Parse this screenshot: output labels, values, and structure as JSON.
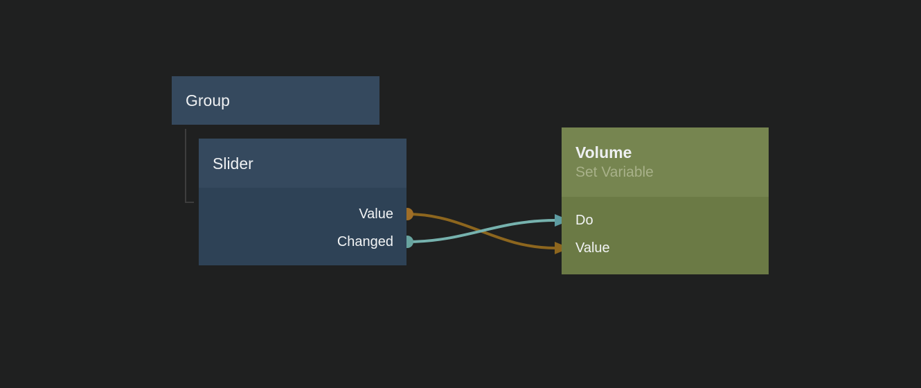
{
  "canvas": {
    "background_color": "#1f2020"
  },
  "colors": {
    "node_blue_header": "#35495e",
    "node_blue_body": "#2e4256",
    "node_green_header": "#768550",
    "node_green_body": "#6b7a45",
    "wire_value": "#8d661e",
    "wire_signal": "#76b2ae",
    "port_dot_value": "#9f6e27",
    "port_dot_signal": "#68a49f",
    "hierarchy_line": "#3d3d3d",
    "title_text": "#eef0f2",
    "subtitle_text": "#a8b189"
  },
  "nodes": {
    "group": {
      "title": "Group"
    },
    "slider": {
      "title": "Slider",
      "outputs": [
        {
          "label": "Value",
          "type": "value"
        },
        {
          "label": "Changed",
          "type": "signal"
        }
      ]
    },
    "volume": {
      "title": "Volume",
      "subtitle": "Set Variable",
      "inputs": [
        {
          "label": "Do",
          "type": "signal"
        },
        {
          "label": "Value",
          "type": "value"
        }
      ]
    }
  },
  "hierarchy": [
    {
      "parent": "Group",
      "child": "Slider"
    }
  ],
  "connections": [
    {
      "from": "Slider.Value",
      "to": "Volume.Value",
      "color": "#8d661e"
    },
    {
      "from": "Slider.Changed",
      "to": "Volume.Do",
      "color": "#76b2ae"
    }
  ]
}
